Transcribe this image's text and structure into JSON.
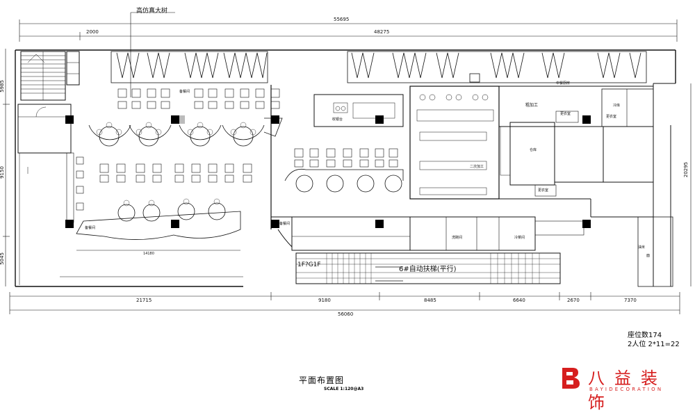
{
  "labels": {
    "tree": "高仿真大树",
    "dim_overall_top": "55695",
    "dim_2000": "2000",
    "dim_48275": "48275",
    "dim_left_top": "5985",
    "dim_left_mid": "9150",
    "dim_left_bot": "5045",
    "dim_right": "20295",
    "dim_bottom": [
      "21715",
      "9180",
      "8485",
      "6640",
      "2670",
      "7370"
    ],
    "dim_overall_bottom": "56060",
    "dim_14180": "14180",
    "escalator": "6#自动扶梯(平行)",
    "floor_mark": "1F?G1F",
    "rough_processing": "粗加工",
    "warehouse": "仓库",
    "changing_1": "更衣室",
    "changing_2": "更衣室",
    "changing_3": "更衣室",
    "prep_room": "备餐间",
    "prep_room_2": "备餐间",
    "prep_room_3": "备餐间",
    "cold_room": "冷库",
    "cold_dish": "冷菜间",
    "wash_room": "洗碗间",
    "elevator_hall": "油米",
    "elevator_hall_2": "面",
    "second_process": "二次加工",
    "cashier": "收银台",
    "kitchen_label": "中餐厨房"
  },
  "title": "平面布置图",
  "scale": "SCALE 1:120@A3",
  "seat_info": {
    "line1": "座位数174",
    "line2": "2人位   2*11=22"
  },
  "logo": {
    "cn": "八益装饰",
    "en": "BAYIDECORATION",
    "color": "#d61e1e"
  }
}
